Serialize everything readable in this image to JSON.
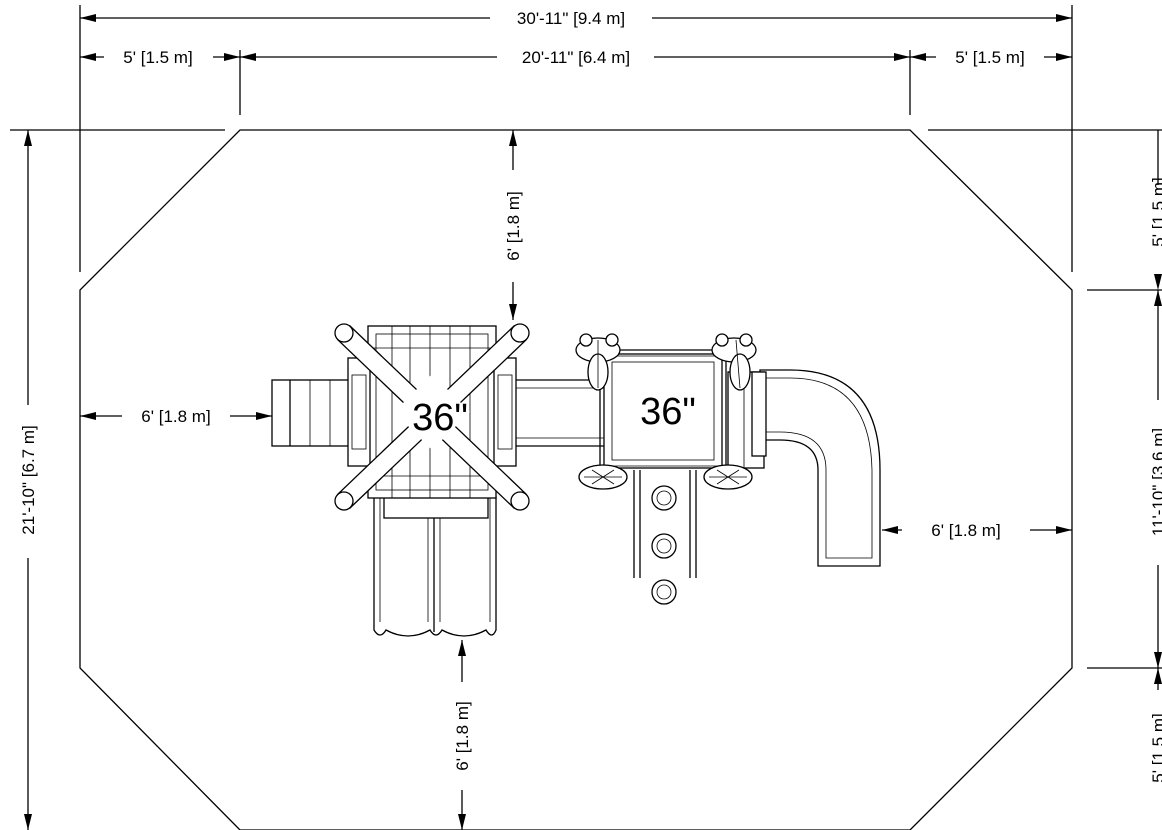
{
  "dimensions": {
    "overall_width": "30'-11\" [9.4 m]",
    "left_margin_top": "5' [1.5 m]",
    "inner_width": "20'-11\" [6.4 m]",
    "right_margin_top": "5' [1.5 m]",
    "overall_height": "21'-10\" [6.7 m]",
    "right_top_margin": "5' [1.5 m]",
    "inner_height": "11'-10\" [3.6 m]",
    "right_bottom_margin": "5' [1.5 m]",
    "top_clearance": "6' [1.8 m]",
    "left_clearance": "6' [1.8 m]",
    "bottom_clearance": "6' [1.8 m]",
    "right_clearance": "6' [1.8 m]"
  },
  "decks": {
    "left_deck_height": "36\"",
    "right_deck_height": "36\""
  }
}
